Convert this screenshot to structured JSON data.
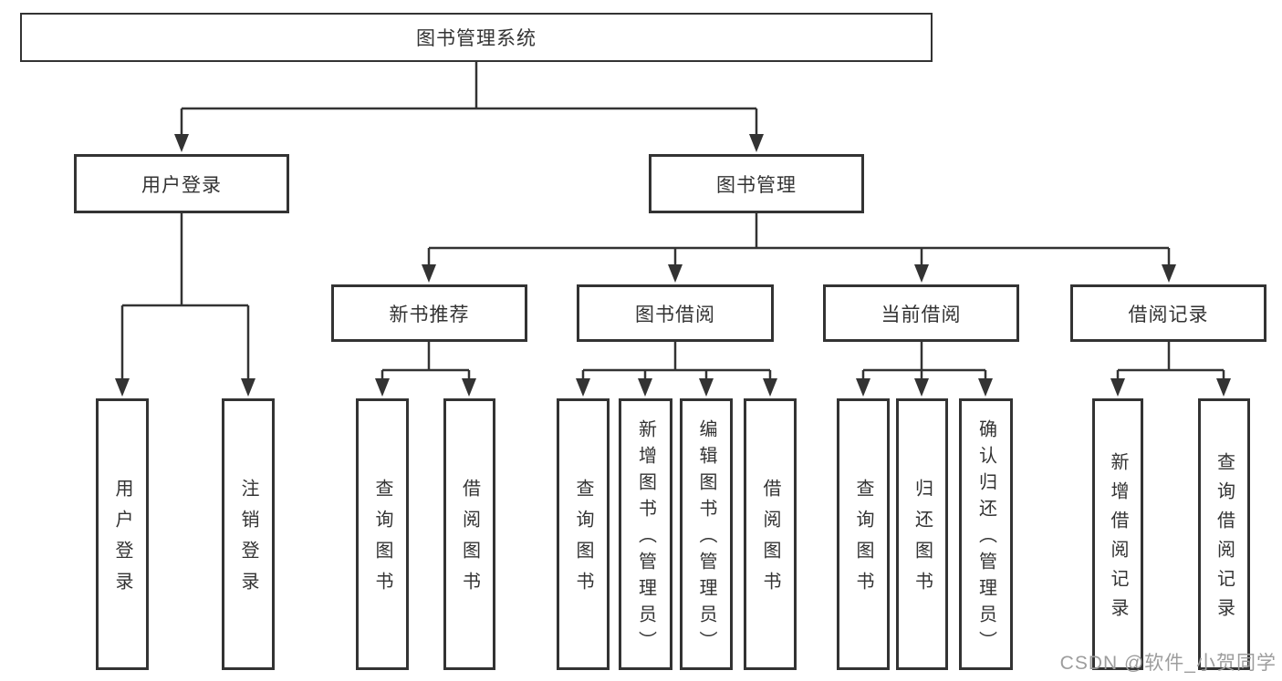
{
  "tree": {
    "root": {
      "label": "图书管理系统"
    },
    "branches": [
      {
        "label": "用户登录",
        "children": [
          {
            "label": "用户登录"
          },
          {
            "label": "注销登录"
          }
        ]
      },
      {
        "label": "图书管理",
        "children": [
          {
            "label": "新书推荐",
            "children": [
              {
                "label": "查询图书"
              },
              {
                "label": "借阅图书"
              }
            ]
          },
          {
            "label": "图书借阅",
            "children": [
              {
                "label": "查询图书"
              },
              {
                "label": "新增图书（管理员）"
              },
              {
                "label": "编辑图书（管理员）"
              },
              {
                "label": "借阅图书"
              }
            ]
          },
          {
            "label": "当前借阅",
            "children": [
              {
                "label": "查询图书"
              },
              {
                "label": "归还图书"
              },
              {
                "label": "确认归还（管理员）"
              }
            ]
          },
          {
            "label": "借阅记录",
            "children": [
              {
                "label": "新增借阅记录"
              },
              {
                "label": "查询借阅记录"
              }
            ]
          }
        ]
      }
    ]
  },
  "watermark": {
    "text": "CSDN @软件_小贺同学"
  },
  "colors": {
    "line": "#333333",
    "box_border": "#333333",
    "text": "#333333",
    "watermark": "#9d9d9d",
    "background": "#ffffff"
  }
}
